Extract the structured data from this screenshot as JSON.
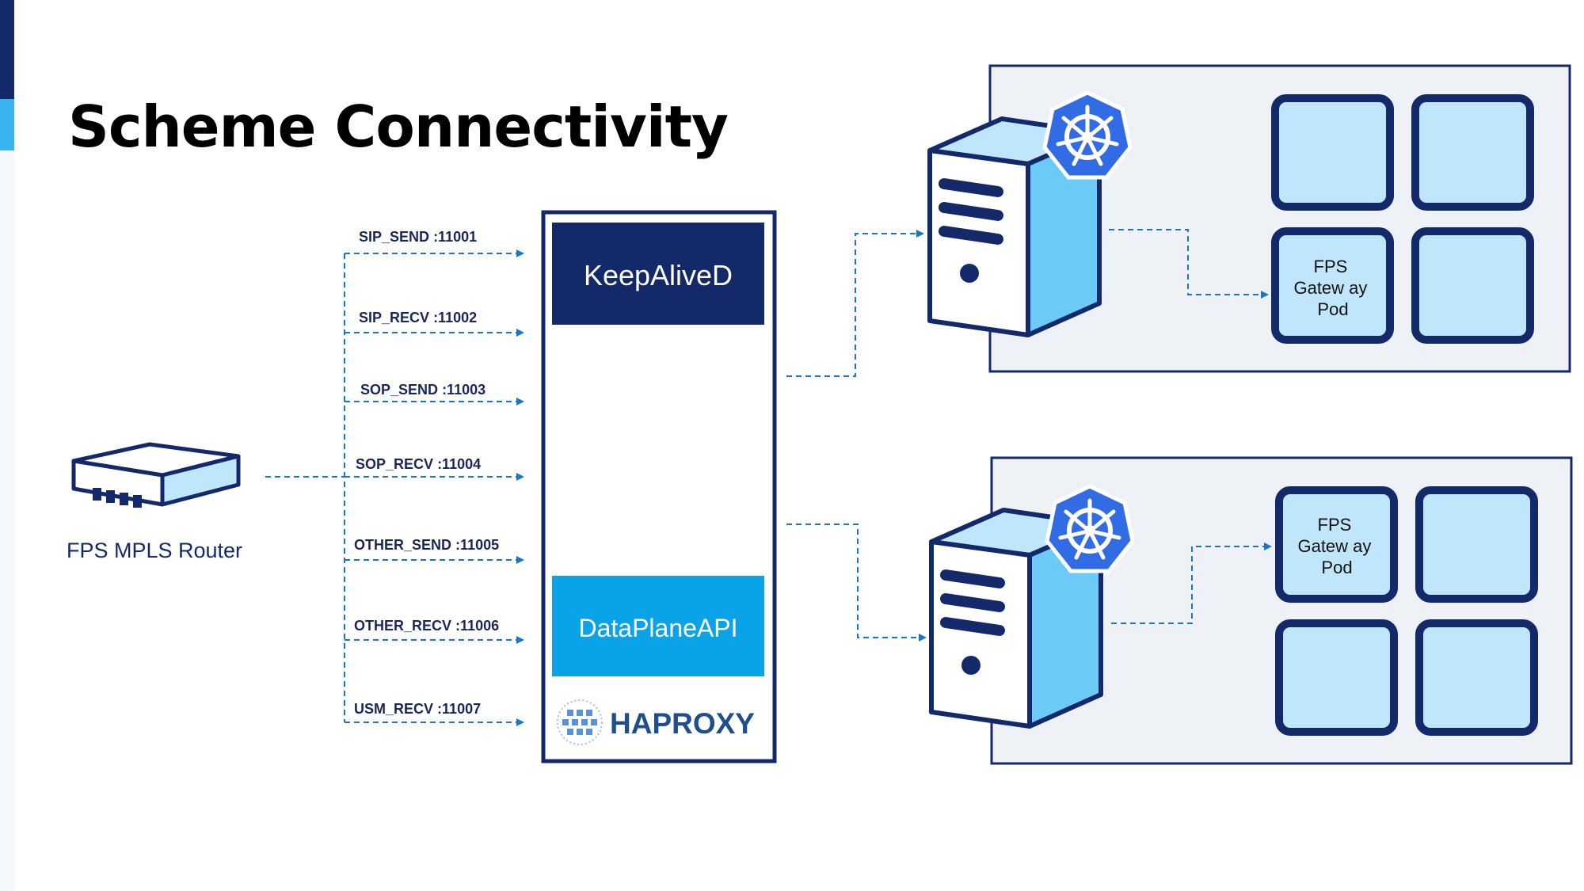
{
  "title": "Scheme Connectivity",
  "router": {
    "label": "FPS MPLS Router"
  },
  "ports": [
    {
      "name": "SIP_SEND",
      "port": ":11001"
    },
    {
      "name": "SIP_RECV",
      "port": ":11002"
    },
    {
      "name": "SOP_SEND",
      "port": ":11003"
    },
    {
      "name": "SOP_RECV",
      "port": ":11004"
    },
    {
      "name": "OTHER_SEND",
      "port": ":11005"
    },
    {
      "name": "OTHER_RECV",
      "port": ":11006"
    },
    {
      "name": "USM_RECV",
      "port": ":11007"
    }
  ],
  "loadbalancer": {
    "keepalived": "KeepAliveD",
    "dataplane": "DataPlaneAPI",
    "haproxy_logo_text": "HAPROXY"
  },
  "clusters": [
    {
      "pod_label": [
        "FPS",
        "Gatew ay",
        "Pod"
      ]
    },
    {
      "pod_label": [
        "FPS",
        "Gatew ay",
        "Pod"
      ]
    }
  ],
  "colors": {
    "navy": "#14296a",
    "light_blue": "#bfe6fb",
    "mid_blue": "#6ccbf6",
    "accent": "#0aa3e8",
    "k8s_blue": "#326ce5",
    "line_blue": "#1a76c6",
    "panel_bg": "#eef1f6"
  }
}
